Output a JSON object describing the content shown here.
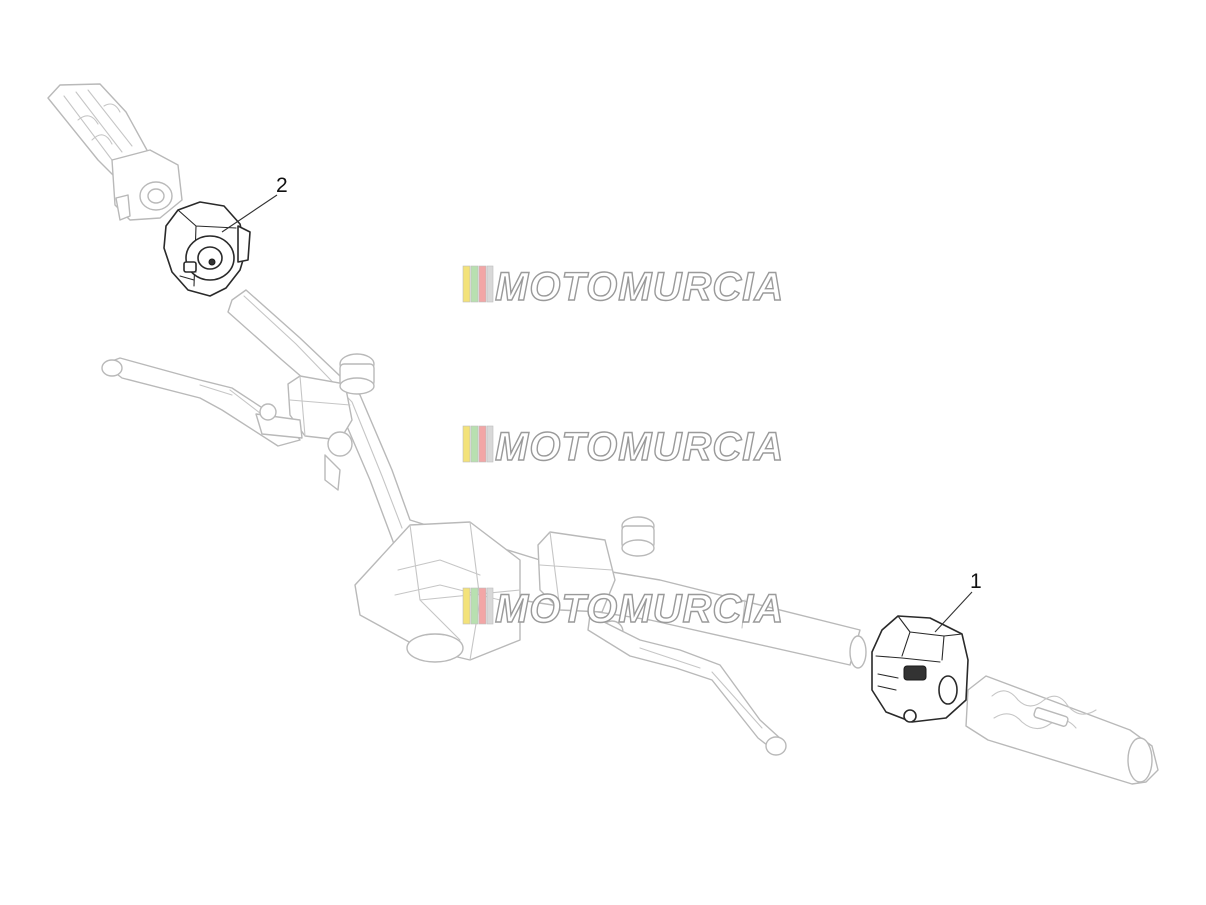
{
  "diagram": {
    "callouts": [
      {
        "id": "1",
        "label": "1"
      },
      {
        "id": "2",
        "label": "2"
      }
    ],
    "watermark": {
      "text": "MOTOMURCIA",
      "stripe_colors": [
        "#f3e27a",
        "#b8e0b0",
        "#f2a6a6",
        "#d8d8d8"
      ]
    },
    "colors": {
      "ghost_outline": "#b9b9b9",
      "highlight_outline": "#2a2a2a"
    }
  }
}
